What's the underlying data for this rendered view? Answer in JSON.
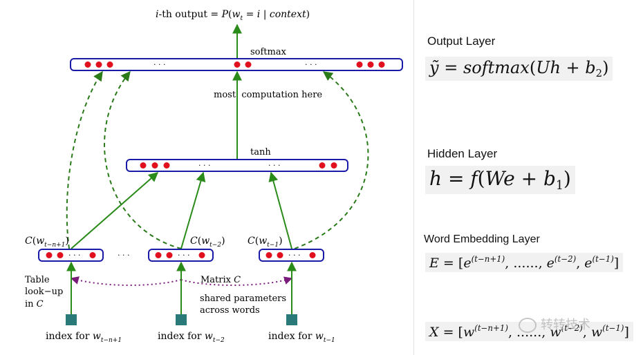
{
  "diagram": {
    "output_label": "i-th output = P(w_t = i | context)",
    "softmax_label": "softmax",
    "most_computation_label": "most  computation here",
    "tanh_label": "tanh",
    "dots": "· · ·",
    "embed_labels": [
      "C(w_{t-n+1})",
      "C(w_{t-2})",
      "C(w_{t-1})"
    ],
    "index_labels": [
      "index for w_{t-n+1}",
      "index for w_{t-2}",
      "index for w_{t-1}"
    ],
    "table_lookup": [
      "Table",
      "look−up",
      "in C"
    ],
    "matrix_label": "Matrix C",
    "shared_params": [
      "shared parameters",
      "across words"
    ],
    "colors": {
      "layer_border": "#1a1aa8",
      "unit_dot": "#e0101e",
      "arrow": "#2a8a1a",
      "dashed": "#2a7a1a",
      "shared_dotted": "#7a1a7a",
      "index_square": "#2a7a7a"
    }
  },
  "panel": {
    "output_title": "Output Layer",
    "output_formula": "ỹ = softmax(Uh + b2)",
    "hidden_title": "Hidden Layer",
    "hidden_formula": "h = f(We + b1)",
    "embedding_title": "Word Embedding Layer",
    "embedding_formula": "E = [e^(t−n+1), ......, e^(t−2), e^(t−1)]",
    "x_formula": "X = [w^(t−n+1), ......, w^(t−2), w^(t−1)]"
  },
  "watermark": "转转技术"
}
